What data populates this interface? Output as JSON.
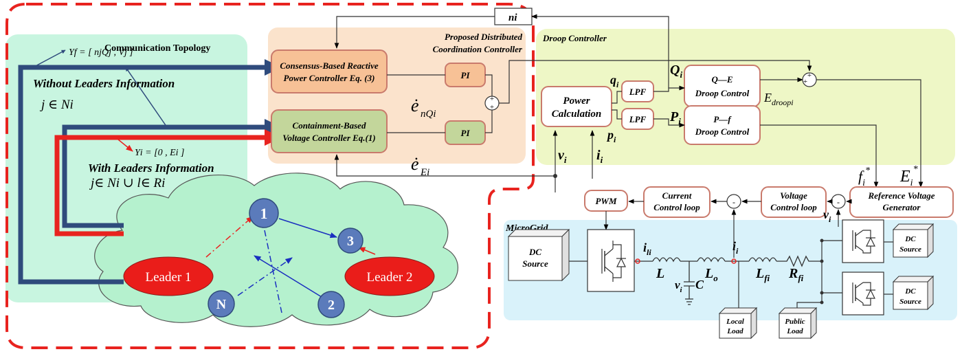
{
  "communication": {
    "title": "Communication Topology",
    "upsilon_f": "Υf = [ njQj ,  Vj ]",
    "upsilon_i": "Υi = [0 ,   Ei ]",
    "without_leaders": "Without Leaders Information",
    "without_set": "j ∈ Ni",
    "with_leaders": "With Leaders Information",
    "with_set": "j∈ Ni ∪ l∈ Ri",
    "leader1": "Leader 1",
    "leader2": "Leader 2",
    "agent1": "1",
    "agent2": "2",
    "agent3": "3",
    "agentN": "N"
  },
  "distributed": {
    "title_line1": "Proposed Distributed",
    "title_line2": "Coordination Controller",
    "consensus_line1": "Consensus-Based Reactive",
    "consensus_line2": "Power  Controller Eq. (3)",
    "containment_line1": "Containment-Based",
    "containment_line2": "Voltage Controller Eq.(1)",
    "pi": "PI",
    "e_nq": "ė",
    "e_nq_sub": "nQi",
    "e_e": "ė",
    "e_e_sub": "Ei",
    "n_i": "ni"
  },
  "droop": {
    "title": "Droop Controller",
    "power_calc_line1": "Power",
    "power_calc_line2": "Calculation",
    "lpf": "LPF",
    "q_lower": "q",
    "p_lower": "p",
    "Q_upper": "Q",
    "P_upper": "P",
    "qe_line1": "Q—E",
    "qe_line2": "Droop Control",
    "pf_line1": "P—f",
    "pf_line2": "Droop Control",
    "e_droop": "E",
    "e_droop_sub": "droopi",
    "f_star": "f",
    "E_star": "E",
    "v_i": "v",
    "i_i": "i"
  },
  "inner": {
    "pwm": "PWM",
    "current_line1": "Current",
    "current_line2": "Control loop",
    "voltage_line1": "Voltage",
    "voltage_line2": "Control loop",
    "ref_line1": "Reference Voltage",
    "ref_line2": "Generator"
  },
  "microgrid": {
    "title": "MicroGrid",
    "dc_source": "DC",
    "dc_source_line2": "Source",
    "i_li": "i",
    "i_li_sub": "li",
    "L": "L",
    "L_o": "L",
    "L_o_sub": "o",
    "L_fi": "L",
    "L_fi_sub": "fi",
    "R_fi": "R",
    "R_fi_sub": "fi",
    "C": "C",
    "v_i": "v",
    "i_i": "i",
    "local_load_line1": "Local",
    "local_load_line2": "Load",
    "public_load_line1": "Public",
    "public_load_line2": "Load"
  },
  "colors": {
    "comm_bg": "#c8f5e0",
    "coord_bg": "#fbe3cc",
    "droop_bg": "#eef7c6",
    "micro_bg": "#d9f2fa",
    "navy": "#2f4b7c",
    "red": "#e8231f",
    "leader_fill": "#ea1d1a",
    "agent_fill": "#5b7bbb",
    "cloud_fill": "#b5f1ce",
    "orange_box": "#f7c196",
    "green_box": "#c3d69b",
    "box_border": "#c97a6c"
  }
}
